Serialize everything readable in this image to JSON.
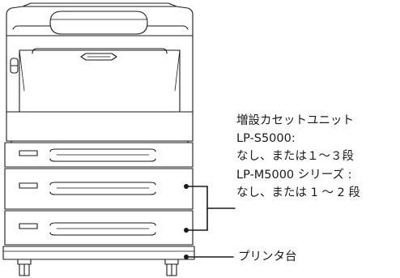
{
  "callouts": {
    "cassette": {
      "heading": "増設カセットユニット",
      "model_a": "LP-S5000:",
      "model_a_detail": "なし、または１～３段",
      "model_b": "LP-M5000 シリーズ :",
      "model_b_detail": "なし、または 1 ～ 2 段"
    },
    "stand": "プリンタ台"
  }
}
